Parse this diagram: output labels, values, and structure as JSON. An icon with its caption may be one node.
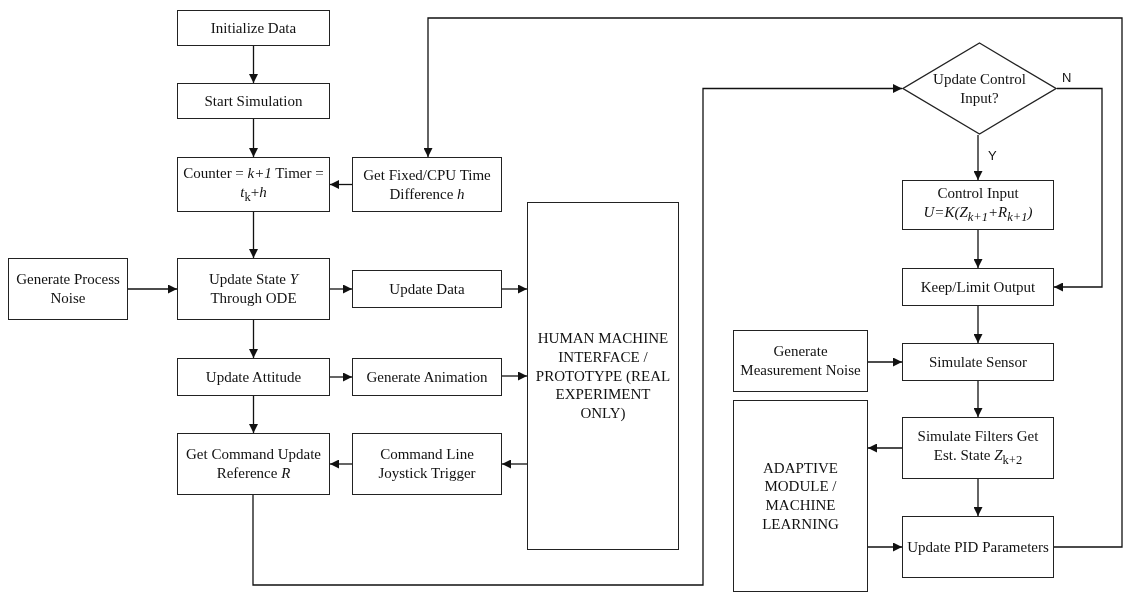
{
  "diagram": {
    "nodes": [
      {
        "text": [
          "Initialize Data"
        ]
      },
      {
        "text": [
          "Start Simulation"
        ]
      },
      {
        "text": [
          "Counter = *k+1* Timer = *t*$_{k}$+*h*"
        ]
      },
      {
        "text": [
          "Get Fixed/CPU Time Difference *h*"
        ]
      },
      {
        "text": [
          "Generate Process Noise"
        ]
      },
      {
        "text": [
          "Update State *Y* Through ODE"
        ]
      },
      {
        "text": [
          "Update Data"
        ]
      },
      {
        "text": [
          "HUMAN MACHINE INTERFACE / PROTOTYPE (REAL EXPERIMENT ONLY)"
        ]
      },
      {
        "text": [
          "Update Attitude"
        ]
      },
      {
        "text": [
          "Generate Animation"
        ]
      },
      {
        "text": [
          "Get Command Update Reference *R*"
        ]
      },
      {
        "text": [
          "Command Line Joystick Trigger"
        ]
      },
      {
        "text": [
          "Update Control Input?"
        ]
      },
      {
        "text": [
          "Control Input",
          "U=K(Z$_{k+1}$+R$_{k+1}$)"
        ]
      },
      {
        "text": [
          "Keep/Limit Output"
        ]
      },
      {
        "text": [
          "Generate Measurement Noise"
        ]
      },
      {
        "text": [
          "Simulate Sensor"
        ]
      },
      {
        "text": [
          "ADAPTIVE MODULE / MACHINE LEARNING"
        ]
      },
      {
        "text": [
          "Simulate Filters Get Est. State *Z*$_{k+2}$"
        ]
      },
      {
        "text": [
          "Update PID Parameters"
        ]
      }
    ],
    "edges": [
      {
        "from": 0,
        "to": 1,
        "arrow": "to"
      },
      {
        "from": 1,
        "to": 2,
        "arrow": "to"
      },
      {
        "from": 3,
        "to": 2,
        "arrow": "to"
      },
      {
        "from": 2,
        "to": 5,
        "arrow": "to"
      },
      {
        "from": 4,
        "to": 5,
        "arrow": "to"
      },
      {
        "from": 5,
        "to": 6,
        "arrow": "to"
      },
      {
        "from": 6,
        "to": 7,
        "arrow": "to"
      },
      {
        "from": 5,
        "to": 8,
        "arrow": "to"
      },
      {
        "from": 8,
        "to": 9,
        "arrow": "to"
      },
      {
        "from": 9,
        "to": 7,
        "arrow": "to"
      },
      {
        "from": 8,
        "to": 10,
        "arrow": "to"
      },
      {
        "from": 7,
        "to": 11,
        "arrow": "to"
      },
      {
        "from": 11,
        "to": 10,
        "arrow": "to"
      },
      {
        "from": 10,
        "to": 12,
        "arrow": "to"
      },
      {
        "from": 12,
        "to": 13,
        "arrow": "to",
        "label": "Y"
      },
      {
        "from": 12,
        "to": 14,
        "arrow": "to",
        "label": "N"
      },
      {
        "from": 13,
        "to": 14,
        "arrow": "to"
      },
      {
        "from": 14,
        "to": 16,
        "arrow": "to"
      },
      {
        "from": 15,
        "to": 16,
        "arrow": "to"
      },
      {
        "from": 16,
        "to": 18,
        "arrow": "to"
      },
      {
        "from": 18,
        "to": 17,
        "arrow": "to"
      },
      {
        "from": 18,
        "to": 19,
        "arrow": "to"
      },
      {
        "from": 17,
        "to": 19,
        "arrow": "to"
      },
      {
        "from": 19,
        "to": 3,
        "arrow": "to"
      }
    ]
  }
}
